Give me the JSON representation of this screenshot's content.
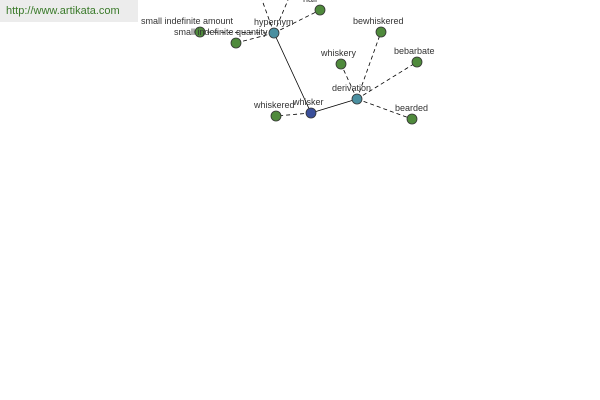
{
  "site_url": "http://www.artikata.com",
  "colors": {
    "leaf": "#4f8a3c",
    "hub": "#4a8fa0",
    "center": "#3a4f9a"
  },
  "nodes": {
    "whisker": "whisker",
    "hypernym": "hypernym",
    "derivation": "derivation",
    "small_indefinite_amount": "small indefinite amount",
    "small_indefinite_quantity": "small indefinite quantity",
    "hair": "hair",
    "whiskery": "whiskery",
    "bewhiskered": "bewhiskered",
    "bebarbate": "bebarbate",
    "whiskered": "whiskered",
    "bearded": "bearded"
  }
}
